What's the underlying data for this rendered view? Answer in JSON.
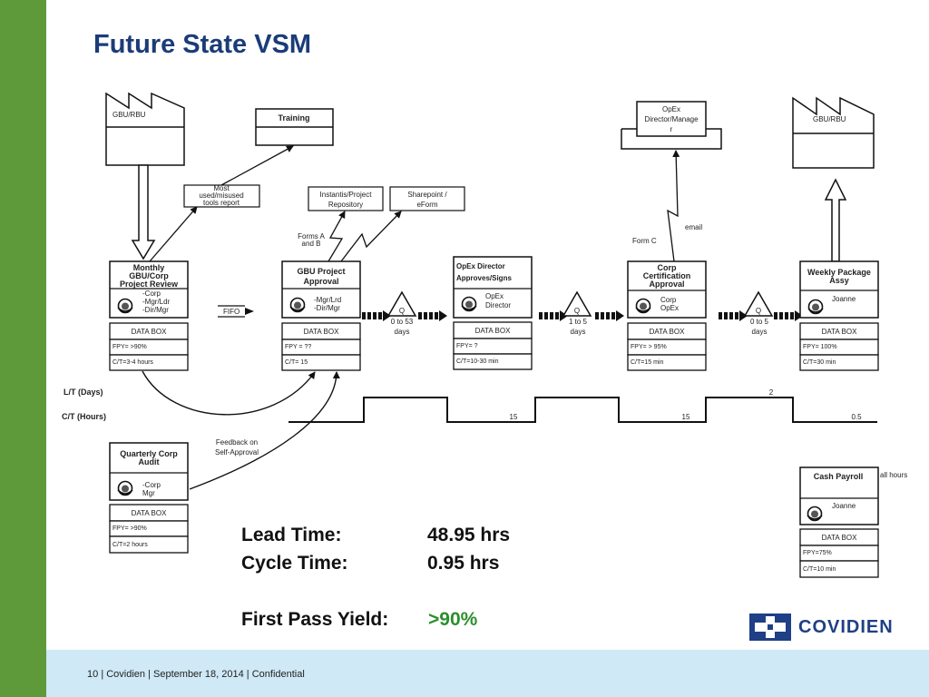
{
  "title": "Future State VSM",
  "footer": {
    "page": "10",
    "company": "Covidien",
    "date": "September 18, 2014",
    "classification": "Confidential",
    "sep": "|"
  },
  "supplier": {
    "label": "GBU/RBU"
  },
  "customer": {
    "label": "GBU/RBU"
  },
  "training": "Training",
  "misused_reports": [
    "Most",
    "used/misused",
    "tools report"
  ],
  "instantis": [
    "Instantis/Project",
    "Repository"
  ],
  "sharepoint": [
    "Sharepoint /",
    "eForm"
  ],
  "opex_manager": [
    "OpEx",
    "Director/Manage",
    "r"
  ],
  "forms_ab": [
    "Forms A",
    "and B"
  ],
  "form_c": "Form C",
  "email": "email",
  "fifo": "FIFO",
  "feedback": [
    "Feedback on",
    "Self-Approval"
  ],
  "processes": [
    {
      "name": [
        "Monthly",
        "GBU/Corp",
        "Project Review"
      ],
      "people": [
        "-Corp",
        "-Mgr/Ldr",
        "-Dir/Mgr"
      ],
      "data_box": "DATA BOX",
      "fpy": "FPY= >90%",
      "ct": "C/T=3-4 hours"
    },
    {
      "name": [
        "GBU Project",
        "Approval"
      ],
      "people": [
        "-Mgr/Lrd",
        "-Dir/Mgr"
      ],
      "data_box": "DATA BOX",
      "fpy": "FPY = ??",
      "ct": "C/T= 15"
    },
    {
      "name": [
        "OpEx Director",
        "Approves/Signs"
      ],
      "people": [
        "OpEx",
        "Director"
      ],
      "data_box": "DATA BOX",
      "fpy": "FPY= ?",
      "ct": "C/T=10-30 min"
    },
    {
      "name": [
        "Corp",
        "Certification",
        "Approval"
      ],
      "people": [
        "Corp",
        "OpEx"
      ],
      "data_box": "DATA BOX",
      "fpy": "FPY= > 95%",
      "ct": "C/T=15 min"
    },
    {
      "name": [
        "Weekly Package",
        "Assy"
      ],
      "people": [
        "Joanne"
      ],
      "data_box": "DATA BOX",
      "fpy": "FPY= 100%",
      "ct": "C/T=30 min"
    }
  ],
  "queues": [
    {
      "label": "Q",
      "days": [
        "0 to 53",
        "days"
      ]
    },
    {
      "label": "Q",
      "days": [
        "1  to 5",
        "days"
      ]
    },
    {
      "label": "Q",
      "days": [
        "0 to 5",
        "days"
      ]
    }
  ],
  "audit": {
    "name": [
      "Quarterly Corp",
      "Audit"
    ],
    "people": [
      "-Corp",
      "Mgr"
    ],
    "data_box": "DATA BOX",
    "fpy": "FPY= >90%",
    "ct": "C/T=2 hours"
  },
  "payroll": {
    "name": "Cash Payroll",
    "people": "Joanne",
    "data_box": "DATA BOX",
    "fpy": "FPY=75%",
    "ct": "C/T=10 min",
    "side_note": "all hours"
  },
  "timeline": {
    "lt_label": "L/T (Days)",
    "ct_label": "C/T (Hours)",
    "values": [
      "15",
      "15",
      "2",
      "0.5"
    ]
  },
  "metrics": {
    "lead_time_label": "Lead Time:",
    "lead_time_value": "48.95 hrs",
    "cycle_time_label": "Cycle Time:",
    "cycle_time_value": "0.95 hrs",
    "fpy_label": "First Pass Yield:",
    "fpy_value": ">90%"
  },
  "logo": {
    "text": "COVIDIEN"
  },
  "colors": {
    "sidebar": "#5e9a3a",
    "footer": "#cfe9f6",
    "title": "#1b3c78",
    "fpy_value": "#2c8f2c",
    "logo": "#1f3f86"
  }
}
